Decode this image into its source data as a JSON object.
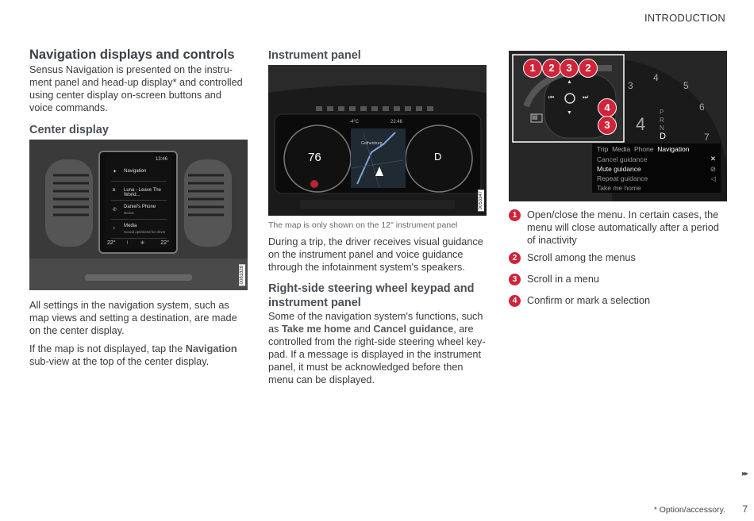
{
  "header": {
    "section": "INTRODUCTION"
  },
  "col1": {
    "title": "Navigation displays and controls",
    "intro": "Sensus Navigation is presented on the instru-ment panel and head-up display* and controlled using center display on-screen buttons and voice commands.",
    "center_heading": "Center display",
    "figure_code": "0081828",
    "screen": {
      "time": "13:46",
      "rows": [
        "Navigation",
        "Luna - Leave The World...",
        "Daniel's Phone",
        "Media"
      ],
      "row_sub": [
        "",
        "",
        "Nexus",
        "Sound optimized for driver"
      ],
      "temp_left": "22°",
      "temp_right": "22°"
    },
    "p1": "All settings in the navigation system, such as map views and setting a destination, are made on the center display.",
    "p2_pre": "If the map is not displayed, tap the ",
    "p2_bold": "Navigation",
    "p2_post": " sub-view at the top of the center display."
  },
  "col2": {
    "heading": "Instrument panel",
    "figure_code": "0053347",
    "cluster": {
      "speed": "76",
      "time": "22:46",
      "temp": "-4°C",
      "gear": "D",
      "city": "Gothenburg"
    },
    "caption": "The map is only shown on the 12\" instrument panel",
    "p1": "During a trip, the driver receives visual guidance on the instrument panel and voice guidance through the infotainment system's speakers.",
    "heading2": "Right-side steering wheel keypad and instrument panel",
    "p2_a": "Some of the navigation system's functions, such as ",
    "p2_b1": "Take me home",
    "p2_c": " and ",
    "p2_b2": "Cancel guidance",
    "p2_d": ", are controlled from the right-side steering wheel key-pad. If a message is displayed in the instrument panel, it must be acknowledged before then menu can be displayed."
  },
  "col3": {
    "menu": {
      "tabs": [
        "Trip",
        "Media",
        "Phone",
        "Navigation"
      ],
      "items": [
        "Cancel guidance",
        "Mute guidance",
        "Repeat guidance",
        "Take me home"
      ]
    },
    "gauge_numbers": [
      "3",
      "4",
      "5",
      "6",
      "7"
    ],
    "gears": [
      "P",
      "R",
      "N",
      "D"
    ],
    "big_gear": "4",
    "pins": [
      "1",
      "2",
      "3",
      "2",
      "4",
      "3"
    ],
    "legend": [
      {
        "num": "1",
        "text": "Open/close the menu. In certain cases, the menu will close automatically after a period of inactivity"
      },
      {
        "num": "2",
        "text": "Scroll among the menus"
      },
      {
        "num": "3",
        "text": "Scroll in a menu"
      },
      {
        "num": "4",
        "text": "Confirm or mark a selection"
      }
    ]
  },
  "footer": {
    "footnote": "* Option/accessory.",
    "page": "7",
    "next": "▸▸"
  },
  "colors": {
    "pin_red": "#d0243a",
    "heading": "#4a4f55"
  }
}
